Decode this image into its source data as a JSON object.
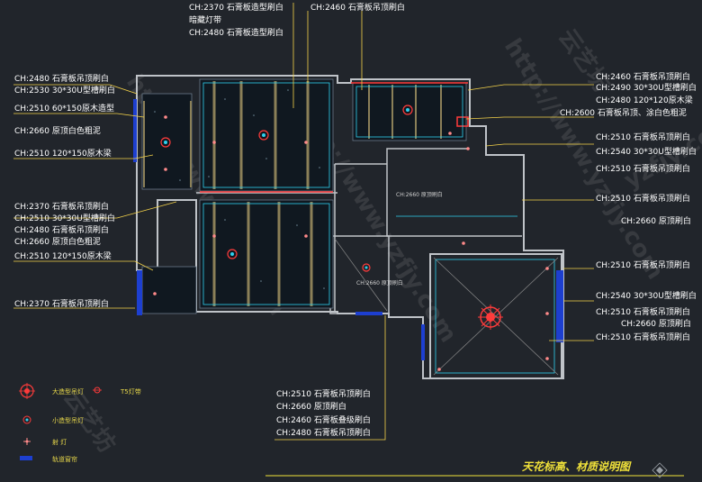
{
  "drawing": {
    "title": "天花标高、材质说明图",
    "colors": {
      "background": "#21252b",
      "wall": "#bfc3c8",
      "leader": "#f5d34a",
      "accent": "#ff3b3b",
      "beam": "#8b8058",
      "ceiling_fill": "#101820",
      "cyan": "#2ed1f0"
    }
  },
  "labels": {
    "top_left_1": "CH:2370 石膏板造型刷白",
    "top_left_2": "暗藏灯带",
    "top_left_3": "CH:2480 石膏板造型刷白",
    "top_right": "CH:2460 石膏板吊顶刷白",
    "left": [
      "CH:2480 石膏板吊顶刷白",
      "CH:2530 30*30U型槽刷白",
      "CH:2510 60*150原木造型",
      "CH:2660 原顶白色粗泥",
      "CH:2510 120*150原木梁",
      "CH:2370 石膏板吊顶刷白",
      "CH:2510 30*30U型槽刷白",
      "CH:2480 石膏板吊顶刷白",
      "CH:2660 原顶白色粗泥",
      "CH:2510 120*150原木梁",
      "CH:2370 石膏板吊顶刷白"
    ],
    "right": [
      "CH:2460 石膏板吊顶刷白",
      "CH:2490 30*30U型槽刷白",
      "CH:2480 120*120原木梁",
      "CH:2600 石膏板吊顶、涂白色粗泥",
      "CH:2510 石膏板吊顶刷白",
      "CH:2540 30*30U型槽刷白",
      "CH:2510 石膏板吊顶刷白",
      "CH:2510 石膏板吊顶刷白",
      "CH:2660 原顶刷白",
      "CH:2510 石膏板吊顶刷白",
      "CH:2540 30*30U型槽刷白",
      "CH:2510 石膏板吊顶刷白",
      "CH:2660 原顶刷白",
      "CH:2510 石膏板吊顶刷白"
    ],
    "bottom": [
      "CH:2510 石膏板吊顶刷白",
      "CH:2660 原顶刷白",
      "CH:2460 石膏板叠级刷白",
      "CH:2480 石膏板吊顶刷白"
    ]
  },
  "rooms": {
    "living": "CH:2660  原顶刷白",
    "bath": "CH:2660  原顶刷白"
  },
  "legend": [
    {
      "icon": "chandelier-large-icon",
      "label": "大造型吊灯"
    },
    {
      "icon": "led-strip-icon",
      "label": "T5灯带"
    },
    {
      "icon": "chandelier-small-icon",
      "label": "小造型吊灯"
    },
    {
      "icon": "downlight-icon",
      "label": "射    灯"
    },
    {
      "icon": "curtain-track-icon",
      "label": "轨道窗帘"
    }
  ],
  "watermarks": [
    "http://www.yzfjy.com",
    "云艺坊",
    "yzfjy.com"
  ]
}
